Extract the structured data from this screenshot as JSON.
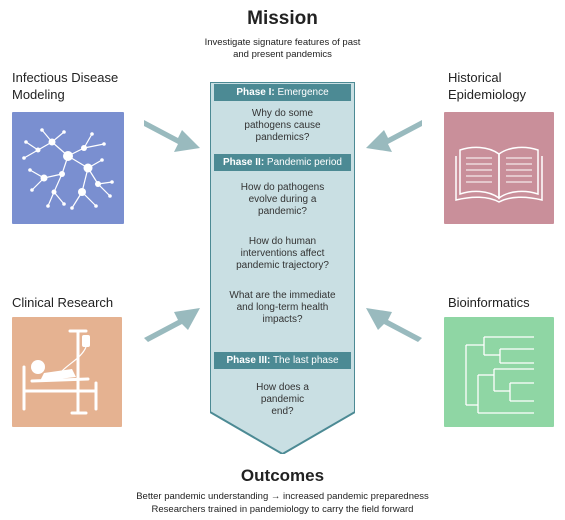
{
  "mission": {
    "title": "Mission",
    "subtitle_line1": "Investigate signature features of past",
    "subtitle_line2": "and present pandemics"
  },
  "disciplines": {
    "top_left": {
      "line1": "Infectious Disease",
      "line2": "Modeling",
      "color": "#7a8fd0",
      "icon": "network-icon"
    },
    "top_right": {
      "line1": "Historical",
      "line2": "Epidemiology",
      "color": "#c98f9a",
      "icon": "book-icon"
    },
    "bottom_left": {
      "line1": "Clinical Research",
      "color": "#e5b291",
      "icon": "hospital-bed-icon"
    },
    "bottom_right": {
      "line1": "Bioinformatics",
      "color": "#8fd6a4",
      "icon": "phylogenetic-tree-icon"
    }
  },
  "phases": [
    {
      "label_bold": "Phase I:",
      "label_rest": " Emergence",
      "questions": [
        {
          "l1": "Why do some",
          "l2": "pathogens cause",
          "l3": "pandemics?"
        }
      ]
    },
    {
      "label_bold": "Phase II:",
      "label_rest": " Pandemic period",
      "questions": [
        {
          "l1": "How do pathogens",
          "l2": "evolve during a",
          "l3": "pandemic?"
        },
        {
          "l1": "How do human",
          "l2": "interventions affect",
          "l3": "pandemic trajectory?"
        },
        {
          "l1": "What are the immediate",
          "l2": "and long-term health",
          "l3": "impacts?"
        }
      ]
    },
    {
      "label_bold": "Phase III:",
      "label_rest": " The last phase",
      "questions": [
        {
          "l1": "How does a",
          "l2": "pandemic",
          "l3": "end?"
        }
      ]
    }
  ],
  "outcomes": {
    "title": "Outcomes",
    "line1": "Better pandemic understanding → increased pandemic preparedness",
    "line2": "Researchers trained in pandemiology to carry the field forward"
  },
  "colors": {
    "phase_bar": "#4c8a94",
    "phase_fill": "#c9dfe3",
    "arrow": "#7fa9ae"
  }
}
